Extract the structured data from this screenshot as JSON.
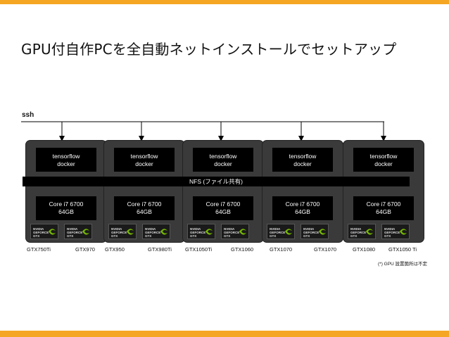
{
  "title": "GPU付自作PCを全自動ネットインストールでセットアップ",
  "ssh_label": "ssh",
  "nfs_label": "NFS (ファイル共有)",
  "nodes": [
    {
      "tf_line1": "tensorflow",
      "tf_line2": "docker",
      "cpu_line1": "Core i7 6700",
      "cpu_line2": "64GB",
      "gpu_left": "GTX750Ti",
      "gpu_right": "GTX970"
    },
    {
      "tf_line1": "tensorflow",
      "tf_line2": "docker",
      "cpu_line1": "Core i7 6700",
      "cpu_line2": "64GB",
      "gpu_left": "GTX950",
      "gpu_right": "GTX980Ti"
    },
    {
      "tf_line1": "tensorflow",
      "tf_line2": "docker",
      "cpu_line1": "Core i7 6700",
      "cpu_line2": "64GB",
      "gpu_left": "GTX1050Ti",
      "gpu_right": "GTX1060"
    },
    {
      "tf_line1": "tensorflow",
      "tf_line2": "docker",
      "cpu_line1": "Core i7 6700",
      "cpu_line2": "64GB",
      "gpu_left": "GTX1070",
      "gpu_right": "GTX1070"
    },
    {
      "tf_line1": "tensorflow",
      "tf_line2": "docker",
      "cpu_line1": "Core i7 6700",
      "cpu_line2": "64GB",
      "gpu_left": "GTX1080",
      "gpu_right": "GTX1050 Ti"
    }
  ],
  "gpu_card_text": {
    "line1": "NVIDIA",
    "line2": "GEFORCE",
    "line3": "GTX"
  },
  "footnote": "(*) GPU 設置箇所は不定",
  "colors": {
    "accent_bar": "#f5a623",
    "node_bg": "#3a3a3a",
    "gpu_swoosh": "#76b900"
  }
}
